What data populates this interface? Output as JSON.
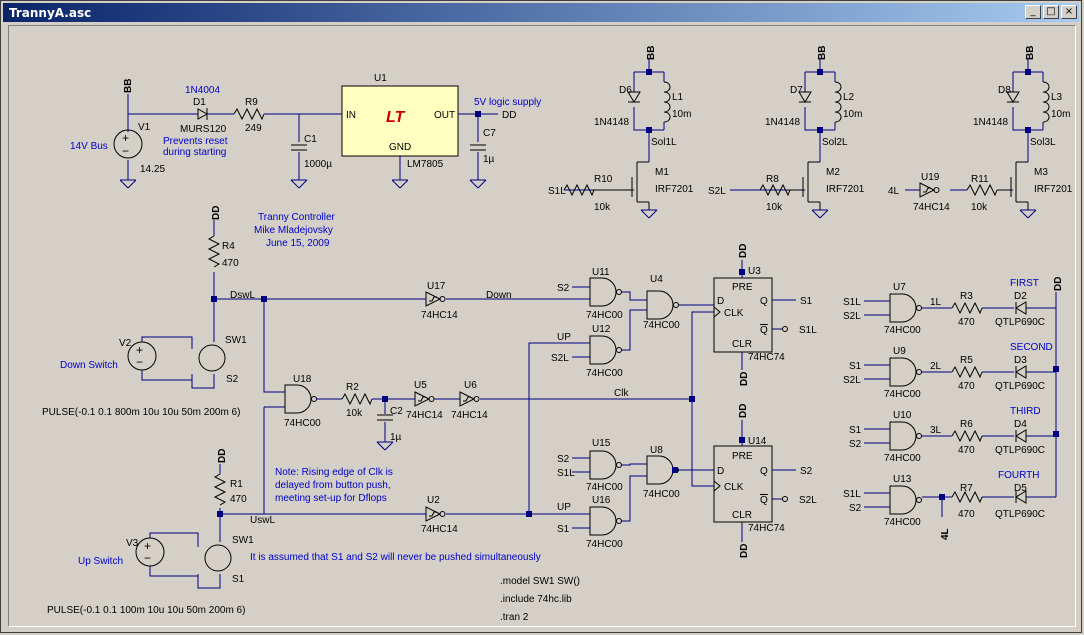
{
  "window": {
    "title": "TrannyA.asc",
    "controls": {
      "minimize": "_",
      "maximize": "□",
      "close": "×"
    }
  },
  "labels": {
    "bb": "BB",
    "dd": "DD",
    "v1": "V1",
    "v1_name": "14V Bus",
    "v1_value": "14.25",
    "d1_part": "1N4004",
    "d1": "D1",
    "d1_model": "MURS120",
    "d1_note1": "Prevents reset",
    "d1_note2": "during starting",
    "r9": "R9",
    "r9_val": "249",
    "c1": "C1",
    "c1_val": "1000µ",
    "u1": "U1",
    "u1_in": "IN",
    "u1_out": "OUT",
    "u1_gnd": "GND",
    "u1_part": "LM7805",
    "supply_label": "5V logic supply",
    "c7": "C7",
    "c7_val": "1µ",
    "d6": "D6",
    "d7": "D7",
    "d8": "D8",
    "d_model": "1N4148",
    "l1": "L1",
    "l2": "L2",
    "l3": "L3",
    "l_val": "10m",
    "sol1l": "Sol1L",
    "sol2l": "Sol2L",
    "sol3l": "Sol3L",
    "m1": "M1",
    "m2": "M2",
    "m3": "M3",
    "mos": "IRF7201",
    "r10": "R10",
    "r8": "R8",
    "r11": "R11",
    "r_10k": "10k",
    "s1l": "S1L",
    "s2l": "S2L",
    "n4l": "4L",
    "u19": "U19",
    "hc14": "74HC14",
    "hc00": "74HC00",
    "hc74": "74HC74",
    "title1": "Tranny Controller",
    "title2": "Mike Mladejovsky",
    "title3": "June 15, 2009",
    "r4": "R4",
    "r470": "470",
    "dswl": "DswL",
    "uswl": "UswL",
    "u17": "U17",
    "down": "Down",
    "up": "UP",
    "u11": "U11",
    "u4": "U4",
    "u12": "U12",
    "u3": "U3",
    "u14": "U14",
    "u15": "U15",
    "u16": "U16",
    "u8": "U8",
    "u2": "U2",
    "u18": "U18",
    "u5": "U5",
    "u6": "U6",
    "r2": "R2",
    "c2": "C2",
    "c2_val": "1µ",
    "clk": "Clk",
    "s1": "S1",
    "s2": "S2",
    "pre": "PRE",
    "clr": "CLR",
    "d": "D",
    "q": "Q",
    "qbar": "Q",
    "clk_pin": "CLK",
    "v2": "V2",
    "v2_name": "Down Switch",
    "sw1": "SW1",
    "pulse1": "PULSE(-0.1 0.1 800m 10u 10u 50m 200m 6)",
    "v3": "V3",
    "v3_name": "Up Switch",
    "pulse2": "PULSE(-0.1 0.1 100m 10u 10u 50m 200m 6)",
    "r1": "R1",
    "note1": "Note: Rising edge of Clk is",
    "note2": "delayed from button push,",
    "note3": "meeting set-up for Dflops",
    "assume": "It is assumed that S1 and S2 will never be pushed simultaneously",
    "model": ".model SW1 SW()",
    "include": ".include 74hc.lib",
    "tran": ".tran 2",
    "u7": "U7",
    "u9": "U9",
    "u10": "U10",
    "u13": "U13",
    "r3": "R3",
    "r5": "R5",
    "r6": "R6",
    "r7": "R7",
    "n1l": "1L",
    "n2l": "2L",
    "n3l": "3L",
    "d2": "D2",
    "d3": "D3",
    "d4": "D4",
    "d5": "D5",
    "qtl": "QTLP690C",
    "first": "FIRST",
    "second": "SECOND",
    "third": "THIRD",
    "fourth": "FOURTH"
  }
}
